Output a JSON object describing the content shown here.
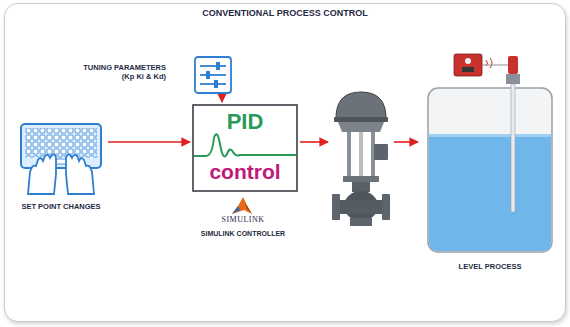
{
  "diagram": {
    "title": "CONVENTIONAL PROCESS CONTROL",
    "nodes": [
      {
        "text": [
          "SET POINT CHANGES"
        ]
      },
      {
        "text": [
          "TUNING PARAMETERS (Kp Ki & Kd)"
        ]
      },
      {
        "text": [
          "PID",
          "control"
        ]
      },
      {
        "text": []
      },
      {
        "text": [
          "LEVEL PROCESS"
        ]
      }
    ],
    "edges": [
      {
        "from": 0,
        "to": 2,
        "arrow": "to"
      },
      {
        "from": 1,
        "to": 2,
        "arrow": "to"
      },
      {
        "from": 2,
        "to": 3,
        "arrow": "to"
      },
      {
        "from": 3,
        "to": 4,
        "arrow": "to"
      }
    ],
    "labels": [
      "SIMULINK",
      "SIMULINK CONTROLLER"
    ]
  }
}
